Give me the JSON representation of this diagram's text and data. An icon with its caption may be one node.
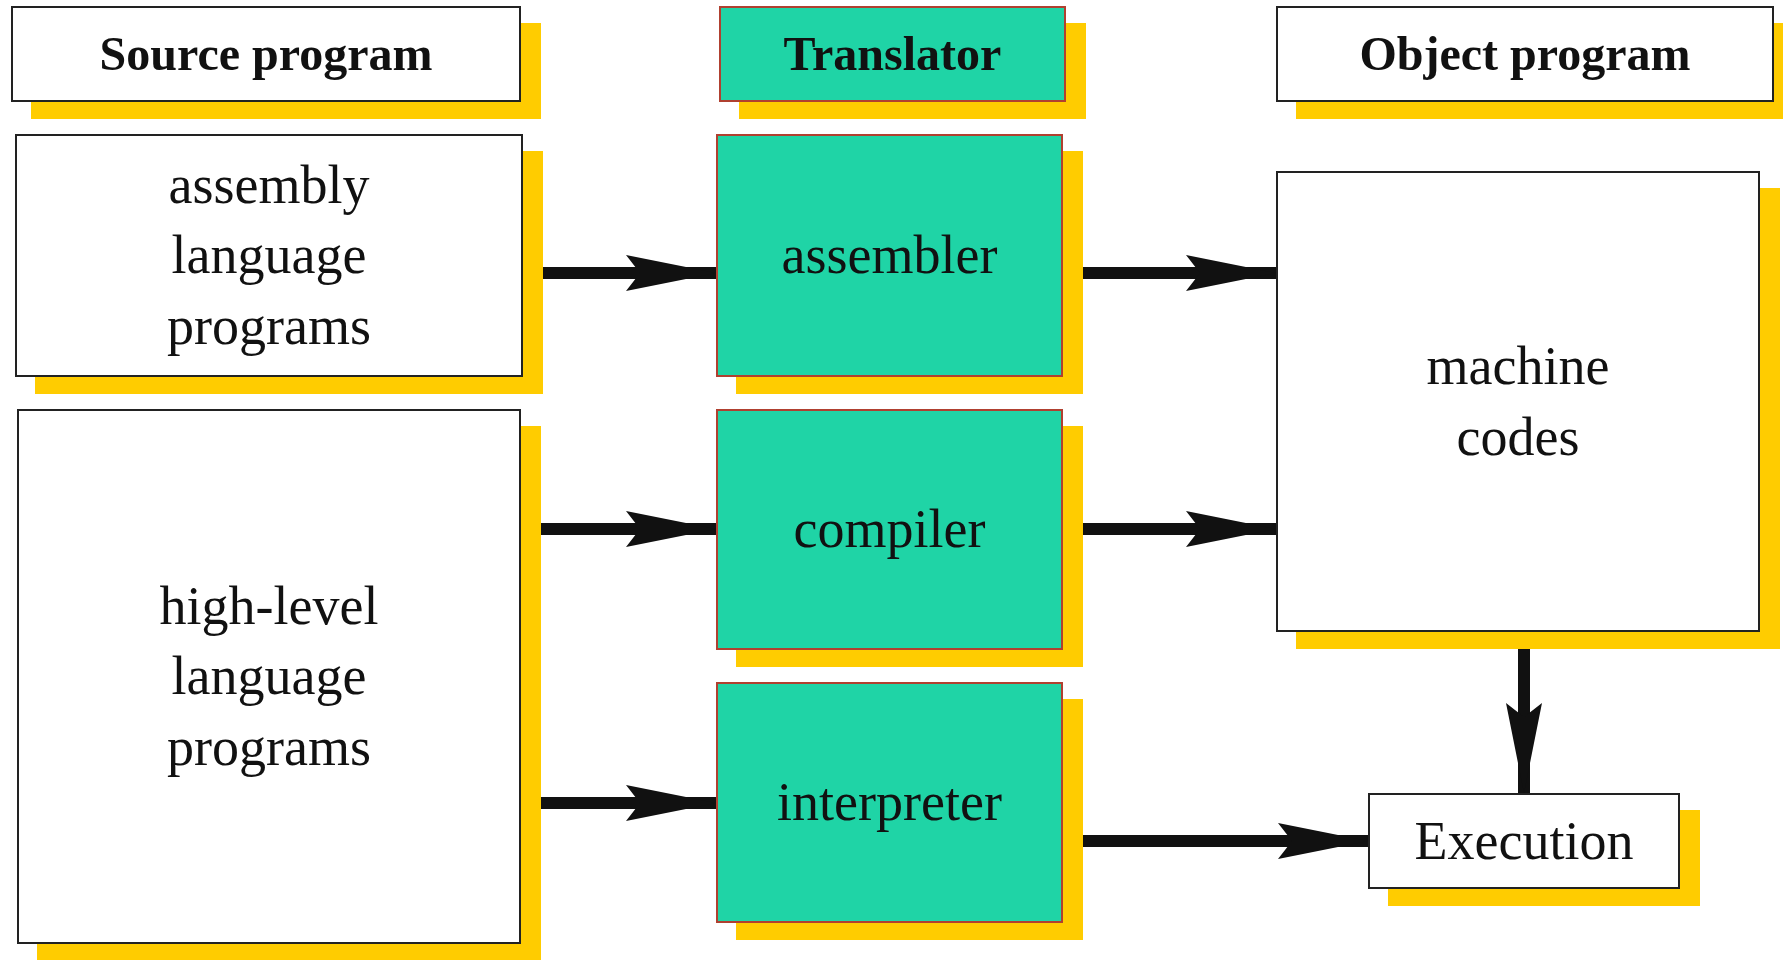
{
  "diagram": {
    "nodes": [
      {
        "text": [
          "Source program"
        ]
      },
      {
        "text": [
          "Translator"
        ]
      },
      {
        "text": [
          "Object program"
        ]
      },
      {
        "text": [
          "assembly language programs"
        ]
      },
      {
        "text": [
          "assembler"
        ]
      },
      {
        "text": [
          "machine codes"
        ]
      },
      {
        "text": [
          "high-level language programs"
        ]
      },
      {
        "text": [
          "compiler"
        ]
      },
      {
        "text": [
          "interpreter"
        ]
      },
      {
        "text": [
          "Execution"
        ]
      }
    ],
    "edges": [
      {
        "from": 3,
        "to": 4,
        "arrow": "to"
      },
      {
        "from": 4,
        "to": 5,
        "arrow": "to"
      },
      {
        "from": 6,
        "to": 7,
        "arrow": "to"
      },
      {
        "from": 7,
        "to": 5,
        "arrow": "to"
      },
      {
        "from": 6,
        "to": 8,
        "arrow": "to"
      },
      {
        "from": 8,
        "to": 9,
        "arrow": "to"
      },
      {
        "from": 5,
        "to": 9,
        "arrow": "to"
      }
    ]
  }
}
